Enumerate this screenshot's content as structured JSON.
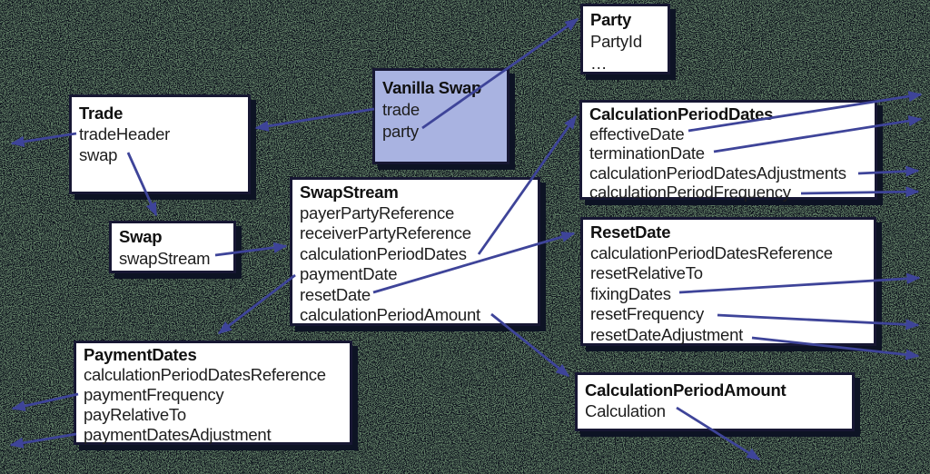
{
  "diagram": {
    "type": "class-structure-diagram",
    "highlighted_box": "Vanilla Swap"
  },
  "colors": {
    "arrow": "#3e4499",
    "box_border": "#171733",
    "box_shadow": "#0d1324",
    "box_fill": "#ffffff",
    "highlight_fill": "#a9b3e1",
    "text": "#1e1e1e",
    "background_speckle_green": "#5d7a63",
    "background_speckle_dark": "#10161e"
  },
  "boxes": [
    {
      "id": "party",
      "title": "Party",
      "fields": [
        "PartyId",
        "…"
      ]
    },
    {
      "id": "vanilla_swap",
      "title": "Vanilla Swap",
      "fields": [
        "trade",
        "party"
      ]
    },
    {
      "id": "trade",
      "title": "Trade",
      "fields": [
        "tradeHeader",
        "swap"
      ]
    },
    {
      "id": "swap",
      "title": "Swap",
      "fields": [
        "swapStream"
      ]
    },
    {
      "id": "swap_stream",
      "title": "SwapStream",
      "fields": [
        "payerPartyReference",
        "receiverPartyReference",
        "calculationPeriodDates",
        "paymentDate",
        "resetDate",
        "calculationPeriodAmount"
      ]
    },
    {
      "id": "calculation_period_dates",
      "title": "CalculationPeriodDates",
      "fields": [
        "effectiveDate",
        "terminationDate",
        "calculationPeriodDatesAdjustments",
        "calculationPeriodFrequency"
      ]
    },
    {
      "id": "reset_date",
      "title": "ResetDate",
      "fields": [
        "calculationPeriodDatesReference",
        "resetRelativeTo",
        "fixingDates",
        "resetFrequency",
        "resetDateAdjustment"
      ]
    },
    {
      "id": "payment_dates",
      "title": "PaymentDates",
      "fields": [
        "calculationPeriodDatesReference",
        "paymentFrequency",
        "payRelativeTo",
        "paymentDatesAdjustment"
      ]
    },
    {
      "id": "calculation_period_amount",
      "title": "CalculationPeriodAmount",
      "fields": [
        "Calculation"
      ]
    }
  ],
  "connections": [
    {
      "from": "Vanilla Swap.party",
      "to": "Party"
    },
    {
      "from": "Vanilla Swap.trade",
      "to": "Trade"
    },
    {
      "from": "Trade.tradeHeader",
      "to": "off-diagram"
    },
    {
      "from": "Trade.swap",
      "to": "Swap"
    },
    {
      "from": "Swap.swapStream",
      "to": "SwapStream"
    },
    {
      "from": "SwapStream.calculationPeriodDates",
      "to": "CalculationPeriodDates"
    },
    {
      "from": "SwapStream.paymentDate",
      "to": "PaymentDates"
    },
    {
      "from": "SwapStream.resetDate",
      "to": "ResetDate"
    },
    {
      "from": "SwapStream.calculationPeriodAmount",
      "to": "CalculationPeriodAmount"
    },
    {
      "from": "CalculationPeriodDates.effectiveDate",
      "to": "off-diagram"
    },
    {
      "from": "CalculationPeriodDates.terminationDate",
      "to": "off-diagram"
    },
    {
      "from": "CalculationPeriodDates.calculationPeriodDatesAdjustments",
      "to": "off-diagram"
    },
    {
      "from": "CalculationPeriodDates.calculationPeriodFrequency",
      "to": "off-diagram"
    },
    {
      "from": "ResetDate.fixingDates",
      "to": "off-diagram"
    },
    {
      "from": "ResetDate.resetFrequency",
      "to": "off-diagram"
    },
    {
      "from": "ResetDate.resetDateAdjustment",
      "to": "off-diagram"
    },
    {
      "from": "PaymentDates.paymentFrequency",
      "to": "off-diagram"
    },
    {
      "from": "PaymentDates.paymentDatesAdjustment",
      "to": "off-diagram"
    },
    {
      "from": "CalculationPeriodAmount.Calculation",
      "to": "off-diagram"
    }
  ]
}
